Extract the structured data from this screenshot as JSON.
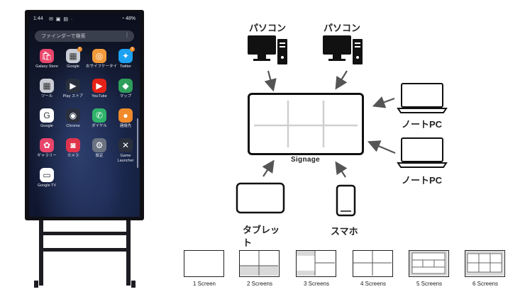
{
  "phone_screen": {
    "time": "1:44",
    "status_icons": "✉ ▣ ▤ ·",
    "battery": "◔ 48%",
    "search_placeholder": "ファインダーで検索",
    "search_menu": "⋮",
    "apps": [
      {
        "label": "Galaxy Store",
        "icon": "shopping-bag-icon",
        "color": "#e8456b",
        "glyph": "🛍",
        "badge": ""
      },
      {
        "label": "Google",
        "icon": "google-folder-icon",
        "color": "#c9ccd4",
        "glyph": "▦",
        "badge": "1"
      },
      {
        "label": "おサイフケータイ",
        "icon": "wallet-icon",
        "color": "#f29a3a",
        "glyph": "◎",
        "badge": ""
      },
      {
        "label": "Twitter",
        "icon": "twitter-icon",
        "color": "#1da1f2",
        "glyph": "✦",
        "badge": "1"
      },
      {
        "label": "ツール",
        "icon": "tools-folder-icon",
        "color": "#c9ccd4",
        "glyph": "▦",
        "badge": ""
      },
      {
        "label": "Play ストア",
        "icon": "play-store-icon",
        "color": "#2a2f3d",
        "glyph": "▶",
        "badge": ""
      },
      {
        "label": "YouTube",
        "icon": "youtube-icon",
        "color": "#e62117",
        "glyph": "▶",
        "badge": ""
      },
      {
        "label": "マップ",
        "icon": "maps-icon",
        "color": "#2e9e5b",
        "glyph": "◆",
        "badge": ""
      },
      {
        "label": "Google",
        "icon": "google-icon",
        "color": "#ffffff",
        "glyph": "G",
        "badge": ""
      },
      {
        "label": "Chrome",
        "icon": "chrome-icon",
        "color": "#2a2f3d",
        "glyph": "◉",
        "badge": ""
      },
      {
        "label": "ダイヤル",
        "icon": "phone-icon",
        "color": "#2fb36a",
        "glyph": "✆",
        "badge": ""
      },
      {
        "label": "連絡先",
        "icon": "contacts-icon",
        "color": "#f08a2a",
        "glyph": "●",
        "badge": ""
      },
      {
        "label": "ギャラリー",
        "icon": "gallery-icon",
        "color": "#e8456b",
        "glyph": "✿",
        "badge": ""
      },
      {
        "label": "カメラ",
        "icon": "camera-icon",
        "color": "#e0344c",
        "glyph": "◙",
        "badge": ""
      },
      {
        "label": "設定",
        "icon": "settings-icon",
        "color": "#6b7281",
        "glyph": "⚙",
        "badge": ""
      },
      {
        "label": "Game Launcher",
        "icon": "game-launcher-icon",
        "color": "#2a2f3d",
        "glyph": "✕",
        "badge": ""
      },
      {
        "label": "Google TV",
        "icon": "google-tv-icon",
        "color": "#ffffff",
        "glyph": "▭",
        "badge": ""
      }
    ]
  },
  "diagram": {
    "pc_label_1": "パソコン",
    "pc_label_2": "パソコン",
    "notebook_label_1": "ノートPC",
    "notebook_label_2": "ノートPC",
    "tablet_label": "タブレット",
    "smartphone_label": "スマホ",
    "signage_label": "Signage"
  },
  "layouts": [
    {
      "label": "1 Screen"
    },
    {
      "label": "2 Screens"
    },
    {
      "label": "3 Screens"
    },
    {
      "label": "4 Screens"
    },
    {
      "label": "5 Screens"
    },
    {
      "label": "6 Screens"
    }
  ],
  "colors": {
    "frame": "#111111",
    "grid_line": "#c9c9c9",
    "arrow": "#555555",
    "stand": "#1c1c22"
  }
}
